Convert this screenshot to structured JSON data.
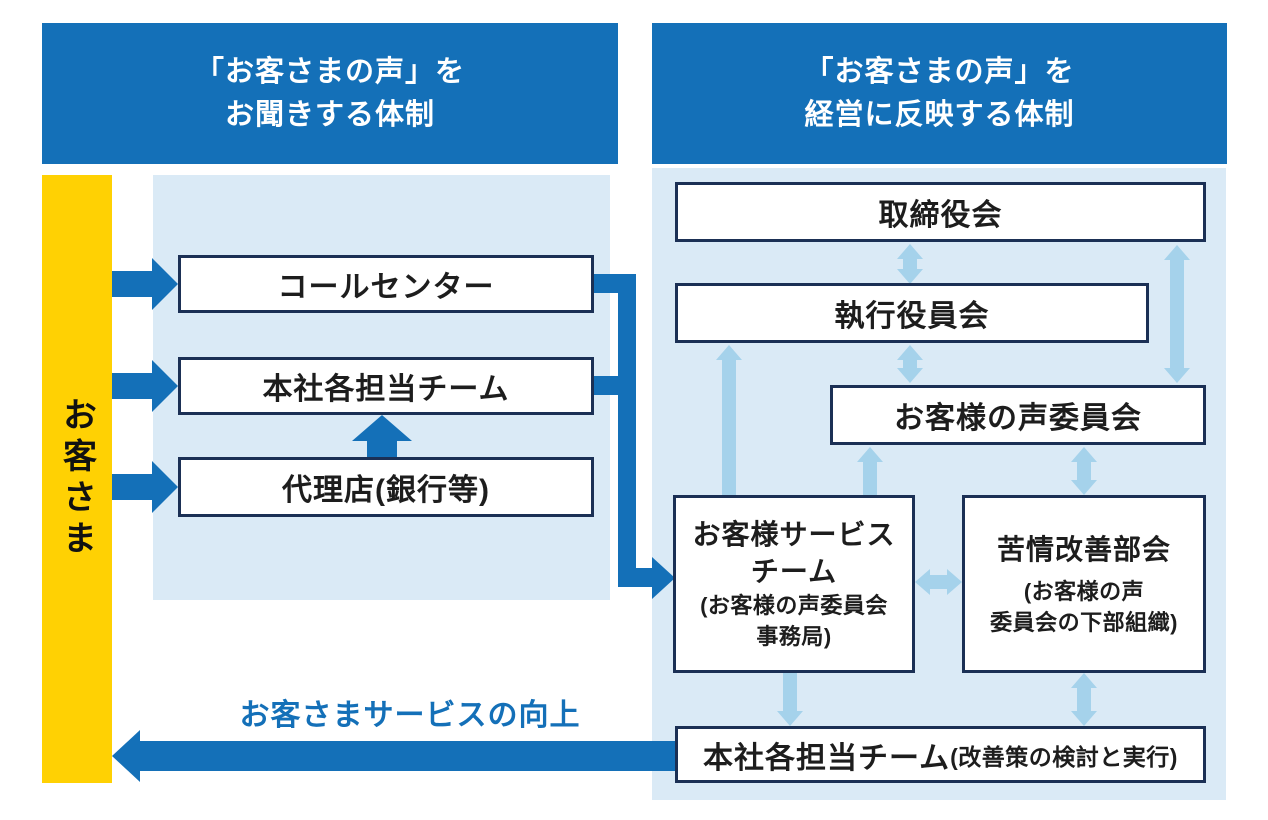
{
  "colors": {
    "primary_blue": "#1470b8",
    "panel_light_blue": "#daeaf6",
    "light_arrow_blue": "#a5d2eb",
    "customer_yellow": "#ffd103",
    "box_border_navy": "#1b3055",
    "text_dark": "#1d1d1d",
    "box_white": "#ffffff"
  },
  "left_section": {
    "header": {
      "line1": "「お客さまの声」を",
      "line2": "お聞きする体制"
    },
    "customer_bar_label": "お客さま",
    "boxes": {
      "call_center": "コールセンター",
      "hq_teams": "本社各担当チーム",
      "agency": "代理店(銀行等)"
    }
  },
  "right_section": {
    "header": {
      "line1": "「お客さまの声」を",
      "line2": "経営に反映する体制"
    },
    "boxes": {
      "board": "取締役会",
      "executive_committee": "執行役員会",
      "voice_committee": "お客様の声委員会",
      "service_team": {
        "title_line1": "お客様サービス",
        "title_line2": "チーム",
        "note_line1": "(お客様の声委員会",
        "note_line2": "事務局)"
      },
      "complaint_subcommittee": {
        "title": "苦情改善部会",
        "note_line1": "(お客様の声",
        "note_line2": "委員会の下部組織)"
      },
      "hq_teams_bottom": {
        "title": "本社各担当チーム",
        "note": "(改善策の検討と実行)"
      }
    }
  },
  "footer": {
    "improvement_label": "お客さまサービスの向上"
  }
}
